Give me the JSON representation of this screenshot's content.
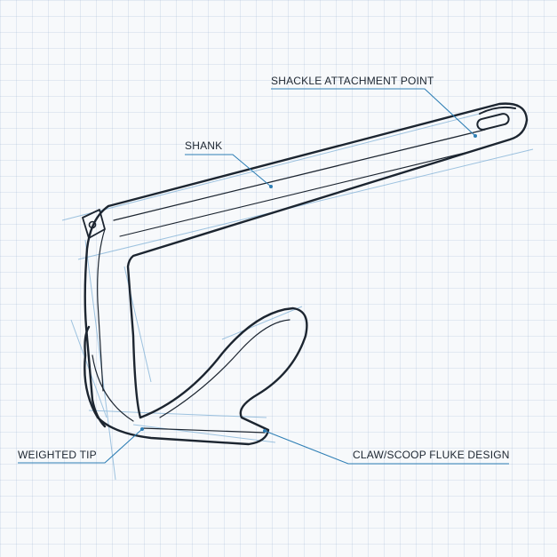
{
  "labels": {
    "shackle": "SHACKLE ATTACHMENT POINT",
    "shank": "SHANK",
    "weighted_tip": "WEIGHTED TIP",
    "claw": "CLAW/SCOOP FLUKE DESIGN"
  },
  "colors": {
    "ink": "#1c2530",
    "construction": "#7fb0d6",
    "grid": "#c9d6e6",
    "paper": "#f7f9fb"
  }
}
